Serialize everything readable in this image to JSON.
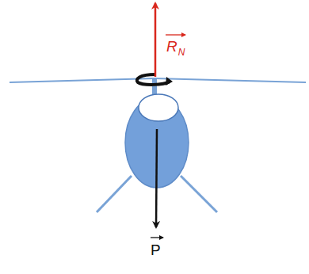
{
  "diagram": {
    "labels": [
      "R",
      "N",
      "P"
    ]
  }
}
